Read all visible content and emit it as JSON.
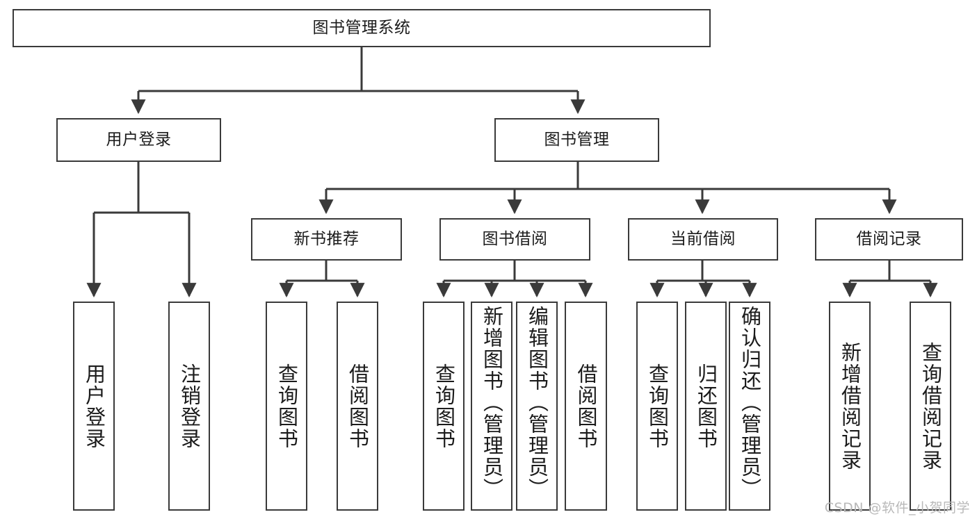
{
  "diagram": {
    "type": "tree-hierarchy",
    "title": "图书管理系统",
    "background_color": "#ffffff",
    "line_color": "#3a3a3a",
    "text_color": "#1b1b1b",
    "levels": 4,
    "nodes": {
      "root": {
        "label": "图书管理系统"
      },
      "level2": [
        {
          "label": "用户登录"
        },
        {
          "label": "图书管理"
        }
      ],
      "level3": [
        {
          "label": "新书推荐"
        },
        {
          "label": "图书借阅"
        },
        {
          "label": "当前借阅"
        },
        {
          "label": "借阅记录"
        }
      ],
      "leaves": {
        "user_login": [
          {
            "label": "用户登录"
          },
          {
            "label": "注销登录"
          }
        ],
        "new_book_recommend": [
          {
            "label": "查询图书"
          },
          {
            "label": "借阅图书"
          }
        ],
        "book_borrow": [
          {
            "label": "查询图书"
          },
          {
            "label": "新增图书（管理员）"
          },
          {
            "label": "编辑图书（管理员）"
          },
          {
            "label": "借阅图书"
          }
        ],
        "current_borrow": [
          {
            "label": "查询图书"
          },
          {
            "label": "归还图书"
          },
          {
            "label": "确认归还（管理员）"
          }
        ],
        "borrow_record": [
          {
            "label": "新增借阅记录"
          },
          {
            "label": "查询借阅记录"
          }
        ]
      }
    }
  },
  "watermark": {
    "text": "CSDN @软件_小贺同学"
  }
}
